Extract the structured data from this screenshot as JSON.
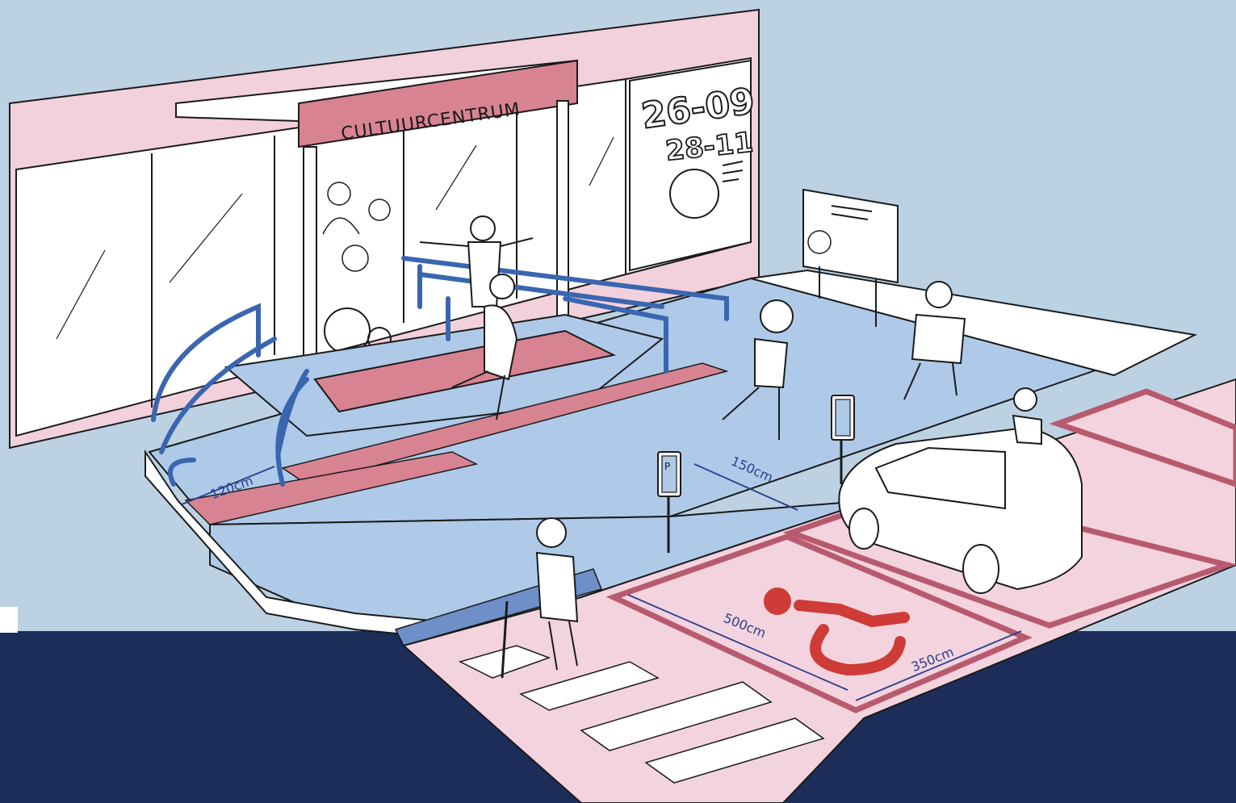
{
  "scene": {
    "building_sign": "CULTUURCENTRUM",
    "poster_dates": [
      "26-09",
      "28-11"
    ],
    "dimensions": {
      "ramp_width": "120cm",
      "path_width": "150cm",
      "parking_length": "500cm",
      "parking_width": "350cm"
    },
    "parking_sign_letter": "P"
  },
  "colors": {
    "sky": "#bcd2e3",
    "facade_pink": "#f2d0dc",
    "walkway_blue": "#aecae8",
    "rail_blue": "#3a66b0",
    "sign_red": "#d88392",
    "parking_pink": "#f3d3de",
    "parking_line": "#b85a6e",
    "wheelchair_red": "#cf3b37",
    "ground_navy": "#1d2d5a"
  },
  "icons": [
    "wheelchair-icon",
    "parking-sign-icon",
    "dimension-arrow-icon"
  ]
}
